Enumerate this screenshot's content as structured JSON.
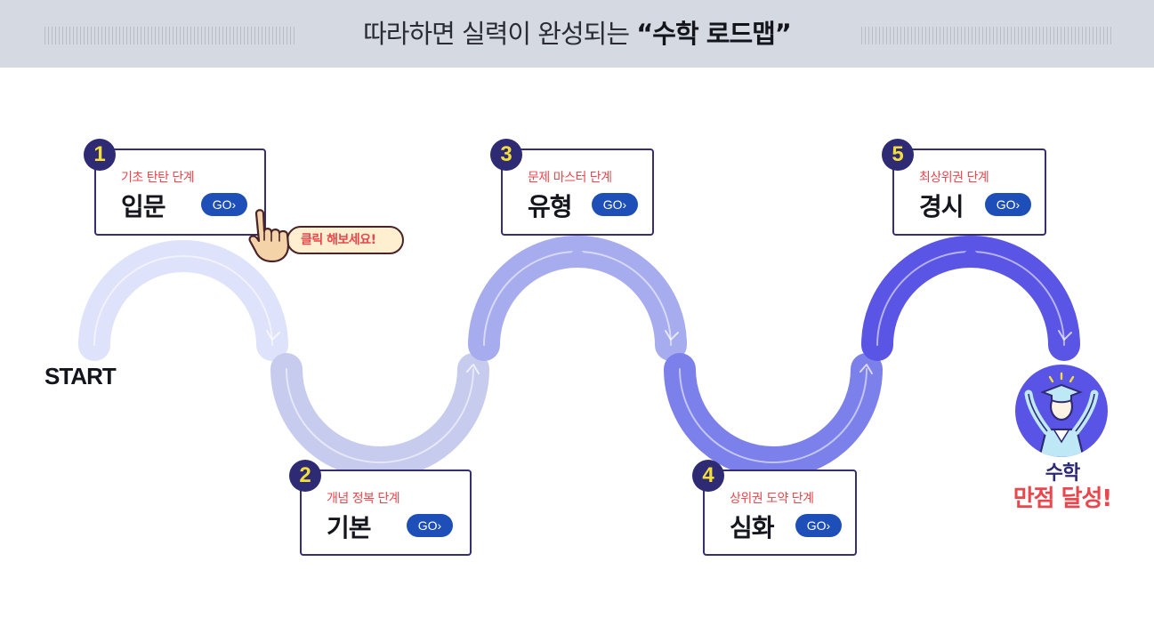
{
  "header": {
    "title_prefix": "따라하면 실력이 완성되는 ",
    "title_bold": "“수학 로드맵”"
  },
  "start_label": "START",
  "steps": [
    {
      "number": "1",
      "subtitle": "기초 탄탄 단계",
      "name": "입문",
      "go": "GO›"
    },
    {
      "number": "2",
      "subtitle": "개념 정복 단계",
      "name": "기본",
      "go": "GO›"
    },
    {
      "number": "3",
      "subtitle": "문제 마스터 단계",
      "name": "유형",
      "go": "GO›"
    },
    {
      "number": "4",
      "subtitle": "상위권 도약 단계",
      "name": "심화",
      "go": "GO›"
    },
    {
      "number": "5",
      "subtitle": "최상위권 단계",
      "name": "경시",
      "go": "GO›"
    }
  ],
  "click_hint": "클릭 해보세요!",
  "goal": {
    "line1": "수학",
    "line2": "만점 달성!"
  },
  "colors": {
    "header_bg": "#d5d9e2",
    "badge_bg": "#2e2a74",
    "badge_text": "#f3de3c",
    "go_button": "#1e4fb8",
    "subtitle": "#e8474d",
    "card_border": "#352f70"
  },
  "icons": {
    "cursor": "pointing-hand-icon",
    "graduate": "graduate-icon"
  }
}
